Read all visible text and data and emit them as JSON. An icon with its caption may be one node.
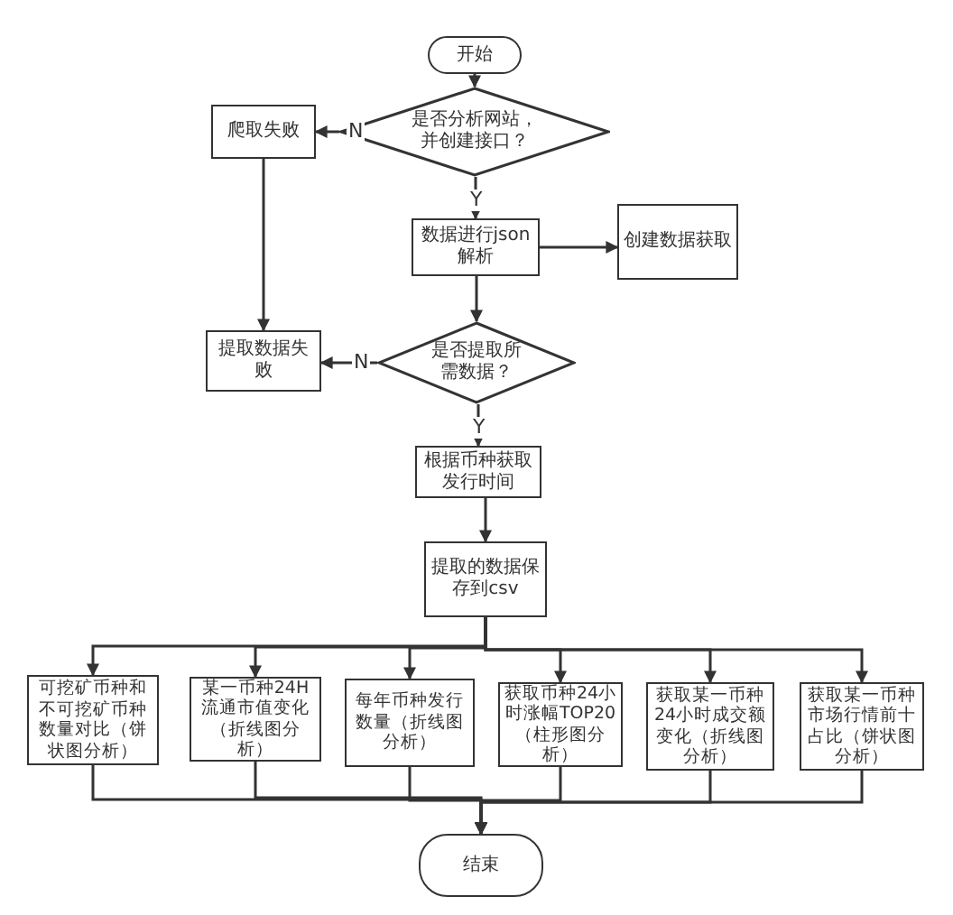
{
  "diagram": {
    "nodes": [
      {
        "text": [
          "开始"
        ]
      },
      {
        "text": [
          "是否分析网站，并创建接口？"
        ]
      },
      {
        "text": [
          "爬取失败"
        ]
      },
      {
        "text": [
          "数据进行json解析"
        ]
      },
      {
        "text": [
          "创建数据获取"
        ]
      },
      {
        "text": [
          "提取数据失败"
        ]
      },
      {
        "text": [
          "是否提取所需数据？"
        ]
      },
      {
        "text": [
          "根据币种获取发行时间"
        ]
      },
      {
        "text": [
          "提取的数据保存到csv"
        ]
      },
      {
        "text": [
          "可挖矿币种和不可挖矿币种数量对比（饼状图分析）"
        ]
      },
      {
        "text": [
          "某一币种24H流通市值变化（折线图分析）"
        ]
      },
      {
        "text": [
          "每年币种发行数量（折线图分析）"
        ]
      },
      {
        "text": [
          "获取币种24小时涨幅TOP20（柱形图分析）"
        ]
      },
      {
        "text": [
          "获取某一币种24小时成交额变化（折线图分析）"
        ]
      },
      {
        "text": [
          "获取某一币种市场行情前十占比（饼状图分析）"
        ]
      },
      {
        "text": [
          "结束"
        ]
      }
    ],
    "edges": [
      {
        "from": 0,
        "to": 1,
        "arrow": "to"
      },
      {
        "from": 1,
        "to": 2,
        "arrow": "to",
        "label": "N"
      },
      {
        "from": 1,
        "to": 3,
        "arrow": "to",
        "label": "Y"
      },
      {
        "from": 3,
        "to": 4,
        "arrow": "to"
      },
      {
        "from": 2,
        "to": 5,
        "arrow": "to"
      },
      {
        "from": 3,
        "to": 6,
        "arrow": "to"
      },
      {
        "from": 6,
        "to": 5,
        "arrow": "to",
        "label": "N"
      },
      {
        "from": 6,
        "to": 7,
        "arrow": "to",
        "label": "Y"
      },
      {
        "from": 7,
        "to": 8,
        "arrow": "to"
      },
      {
        "from": 8,
        "to": 9,
        "arrow": "to"
      },
      {
        "from": 8,
        "to": 10,
        "arrow": "to"
      },
      {
        "from": 8,
        "to": 11,
        "arrow": "to"
      },
      {
        "from": 8,
        "to": 12,
        "arrow": "to"
      },
      {
        "from": 8,
        "to": 13,
        "arrow": "to"
      },
      {
        "from": 8,
        "to": 14,
        "arrow": "to"
      },
      {
        "from": 9,
        "to": 15,
        "arrow": "to"
      },
      {
        "from": 10,
        "to": 15,
        "arrow": "to"
      },
      {
        "from": 11,
        "to": 15,
        "arrow": "to"
      },
      {
        "from": 12,
        "to": 15,
        "arrow": "to"
      },
      {
        "from": 13,
        "to": 15,
        "arrow": "to"
      },
      {
        "from": 14,
        "to": 15,
        "arrow": "to"
      }
    ]
  }
}
